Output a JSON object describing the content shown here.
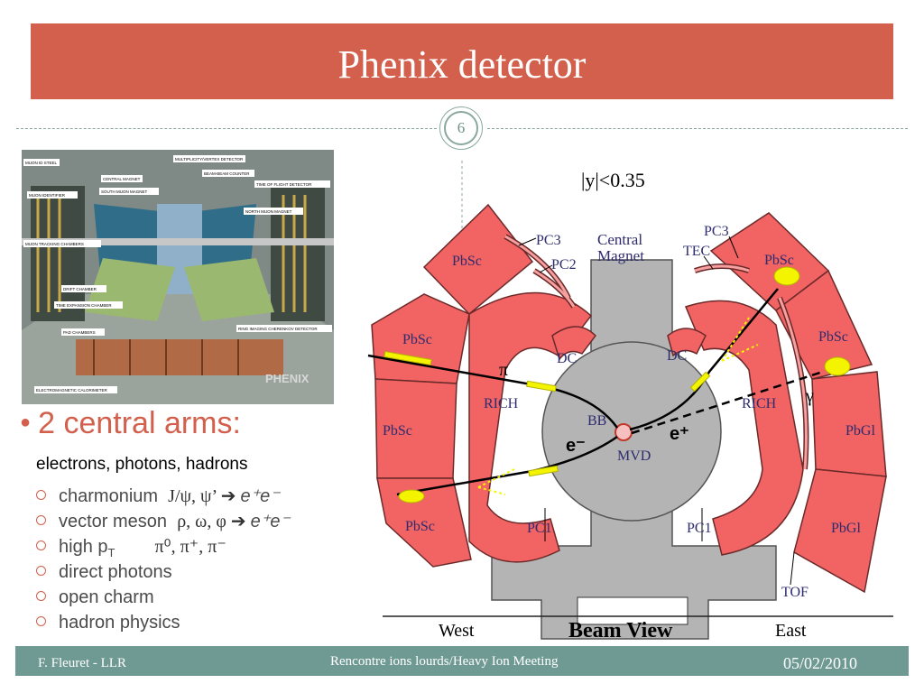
{
  "slide": {
    "title": "Phenix detector",
    "page_number": "6",
    "colors": {
      "title_bar": "#d2604c",
      "footer_bar": "#6e9a93",
      "detector_red": "#f26363",
      "magnet_gray": "#b4b4b4"
    }
  },
  "photo": {
    "labels": {
      "muon_id_steel": "MUON ID STEEL",
      "central_magnet": "CENTRAL MAGNET",
      "multiplicity": "MULTIPLICITY/VERTEX DETECTOR",
      "bbc": "BEAM-BEAM COUNTER",
      "tof": "TIME OF FLIGHT DETECTOR",
      "south_muon": "SOUTH MUON MAGNET",
      "muon_identifier": "MUON IDENTIFIER",
      "north_muon": "NORTH MUON MAGNET",
      "muon_tracking": "MUON TRACKING CHAMBERS",
      "drift": "DRIFT CHAMBER",
      "tec": "TIME EXPANSION CHAMBER",
      "pad": "PAD CHAMBERS",
      "rich": "RING IMAGING CHERENKOV DETECTOR",
      "emcal": "ELECTROMAGNETIC CALORIMETER",
      "logo": "PHENIX"
    }
  },
  "bullets": {
    "main": "2 central arms:",
    "sub": "electrons, photons, hadrons",
    "items": [
      {
        "label": "charmonium",
        "eq": "J/ψ, ψ’ ➔ ",
        "decay": "e⁺e⁻"
      },
      {
        "label": "vector meson",
        "eq": "ρ, ω, φ ➔ ",
        "decay": "e⁺e⁻"
      },
      {
        "label": "high p",
        "sub": "T",
        "eq": "π⁰, π⁺, π⁻"
      },
      {
        "label": "direct photons"
      },
      {
        "label": "open charm"
      },
      {
        "label": "hadron physics"
      }
    ]
  },
  "diagram": {
    "rapidity": "|y|<0.35",
    "central_magnet_line1": "Central",
    "central_magnet_line2": "Magnet",
    "pc3_west": "PC3",
    "pc2_west": "PC2",
    "pc3_east": "PC3",
    "tec": "TEC",
    "pbsc_w1": "PbSc",
    "pbsc_w2": "PbSc",
    "pbsc_w3": "PbSc",
    "pbsc_w4": "PbSc",
    "pbsc_e1": "PbSc",
    "pbsc_e2": "PbSc",
    "pbgl_e1": "PbGl",
    "pbgl_e2": "PbGl",
    "dc_west": "DC",
    "dc_east": "DC",
    "rich_west": "RICH",
    "rich_east": "RICH",
    "bb": "BB",
    "mvd": "MVD",
    "pc1_west": "PC1",
    "pc1_east": "PC1",
    "tof": "TOF",
    "pi": "π",
    "gamma": "γ",
    "e_minus": "e⁻",
    "e_plus": "e⁺",
    "west": "West",
    "beam_view": "Beam View",
    "east": "East"
  },
  "footer": {
    "left": "F. Fleuret - LLR",
    "center": "Rencontre ions lourds/Heavy Ion Meeting",
    "right": "05/02/2010"
  }
}
